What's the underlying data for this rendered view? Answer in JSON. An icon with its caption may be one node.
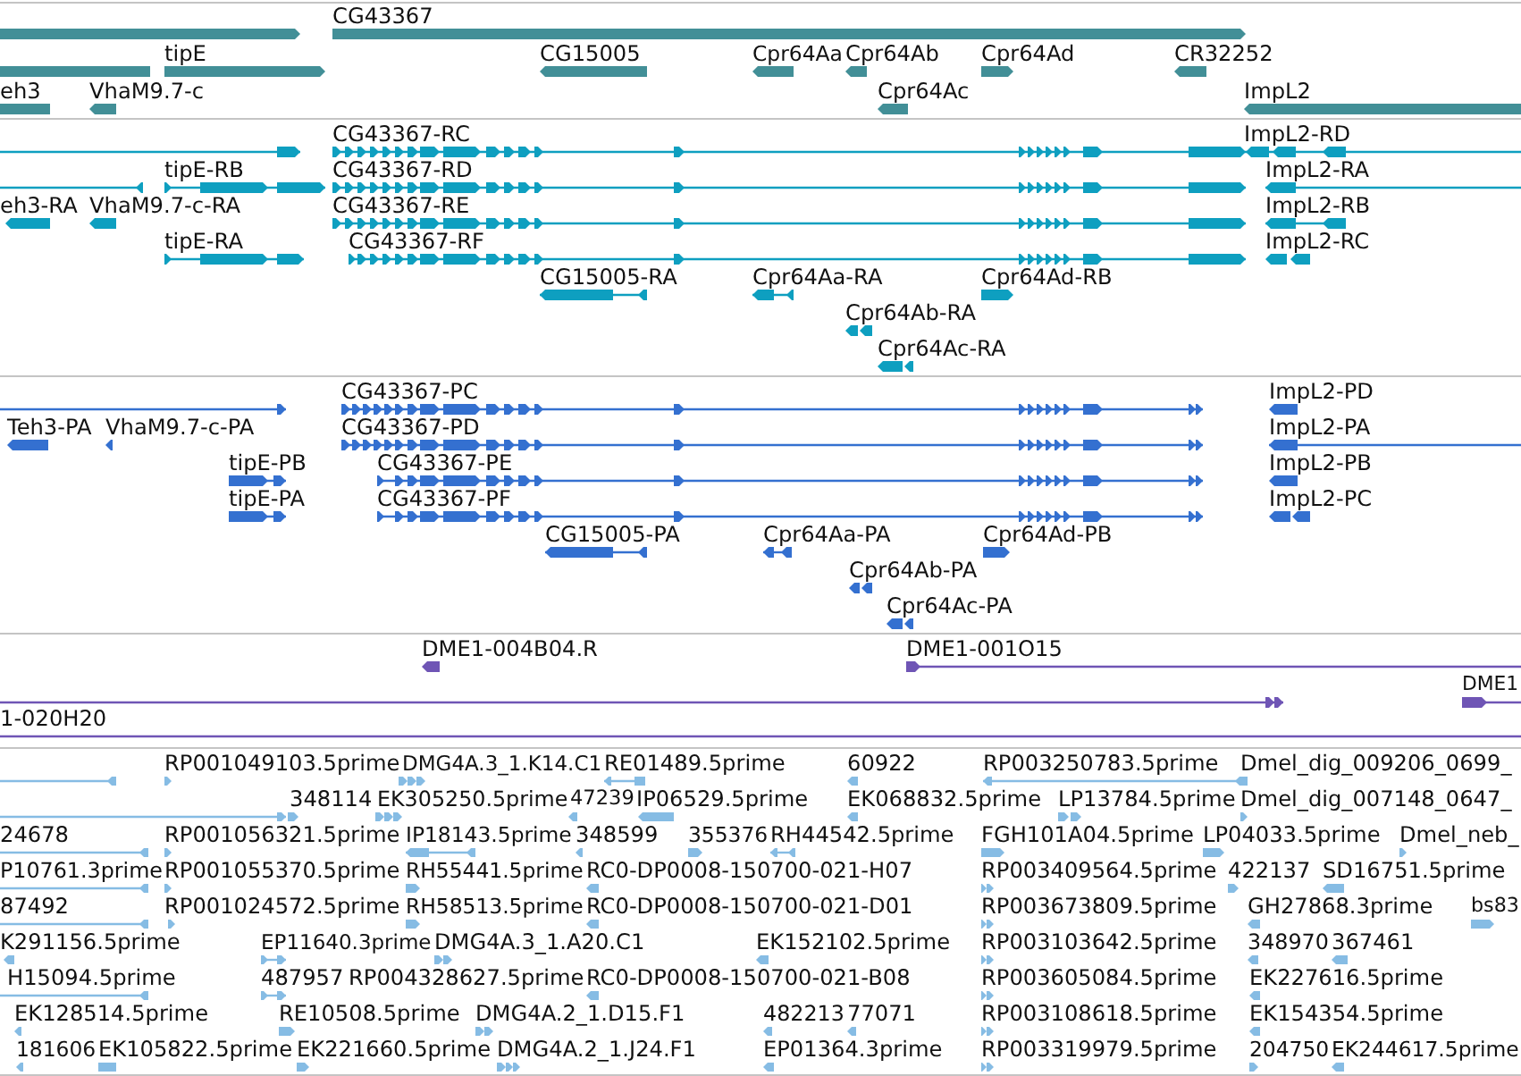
{
  "diagram": {
    "labels": [
      "CG43367",
      "tipE",
      "CG15005",
      "Cpr64Aa",
      "Cpr64Ab",
      "Cpr64Ad",
      "CR32252",
      "eh3",
      "VhaM9.7-c",
      "Cpr64Ac",
      "ImpL2",
      "CG43367-RC",
      "ImpL2-RD",
      "tipE-RB",
      "CG43367-RD",
      "ImpL2-RA",
      "eh3-RA",
      "VhaM9.7-c-RA",
      "CG43367-RE",
      "ImpL2-RB",
      "tipE-RA",
      "CG43367-RF",
      "ImpL2-RC",
      "CG15005-RA",
      "Cpr64Aa-RA",
      "Cpr64Ad-RB",
      "Cpr64Ab-RA",
      "Cpr64Ac-RA",
      "CG43367-PC",
      "ImpL2-PD",
      "Teh3-PA",
      "VhaM9.7-c-PA",
      "CG43367-PD",
      "ImpL2-PA",
      "tipE-PB",
      "CG43367-PE",
      "ImpL2-PB",
      "tipE-PA",
      "CG43367-PF",
      "ImpL2-PC",
      "CG15005-PA",
      "Cpr64Aa-PA",
      "Cpr64Ad-PB",
      "Cpr64Ab-PA",
      "Cpr64Ac-PA",
      "DME1-004B04.R",
      "DME1-001O15",
      "DME1",
      "1-020H20",
      "RP001049103.5prime",
      "DMG4A.3_1.K14.C1",
      "RE01489.5prime",
      "60922",
      "RP003250783.5prime",
      "Dmel_dig_009206_0699_",
      "348114",
      "EK305250.5prime",
      "47239",
      "IP06529.5prime",
      "EK068832.5prime",
      "LP13784.5prime",
      "Dmel_dig_007148_0647_",
      "24678",
      "RP001056321.5prime",
      "IP18143.5prime",
      "348599",
      "355376",
      "RH44542.5prime",
      "FGH101A04.5prime",
      "LP04033.5prime",
      "Dmel_neb_",
      "P10761.3prime",
      "RP001055370.5prime",
      "RH55441.5prime",
      "RC0-DP0008-150700-021-H07",
      "RP003409564.5prime",
      "422137",
      "SD16751.5prime",
      "87492",
      "RP001024572.5prime",
      "RH58513.5prime",
      "RC0-DP0008-150700-021-D01",
      "RP003673809.5prime",
      "GH27868.3prime",
      "bs83",
      "K291156.5prime",
      "EP11640.3prime",
      "DMG4A.3_1.A20.C1",
      "EK152102.5prime",
      "RP003103642.5prime",
      "348970",
      "367461",
      "H15094.5prime",
      "487957",
      "RP004328627.5prime",
      "RC0-DP0008-150700-021-B08",
      "RP003605084.5prime",
      "EK227616.5prime",
      "EK128514.5prime",
      "RE10508.5prime",
      "DMG4A.2_1.D15.F1",
      "482213",
      "77071",
      "RP003108618.5prime",
      "EK154354.5prime",
      "181606",
      "EK105822.5prime",
      "EK221660.5prime",
      "DMG4A.2_1.J24.F1",
      "EP01364.3prime",
      "RP003319979.5prime",
      "204750",
      "EK244617.5prime"
    ]
  }
}
